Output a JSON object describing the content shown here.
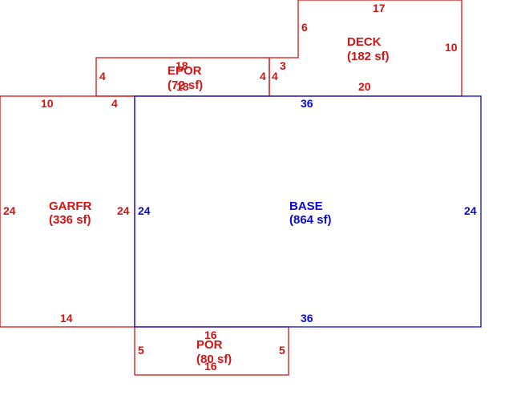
{
  "colors": {
    "red": "#d11414",
    "blue": "#0a0ad0"
  },
  "areas": {
    "deck": {
      "name": "DECK",
      "area": "(182 sf)",
      "dims": {
        "top": "17",
        "right": "10",
        "bottom": "20",
        "left_upper": "6",
        "left_lower": "3"
      }
    },
    "epor": {
      "name": "EPOR",
      "area": "(72 sf)",
      "dims": {
        "top": "18",
        "bottom": "18",
        "left": "4",
        "right": "4"
      }
    },
    "garfr": {
      "name": "GARFR",
      "area": "(336 sf)",
      "dims": {
        "top_left": "10",
        "top_right": "4",
        "left": "24",
        "right": "24",
        "bottom": "14"
      }
    },
    "base": {
      "name": "BASE",
      "area": "(864 sf)",
      "dims": {
        "top": "36",
        "bottom": "36",
        "left": "24",
        "right": "24"
      }
    },
    "por": {
      "name": "POR",
      "area": "(80 sf)",
      "dims": {
        "top": "16",
        "bottom": "16",
        "left": "5",
        "right": "5"
      }
    }
  }
}
